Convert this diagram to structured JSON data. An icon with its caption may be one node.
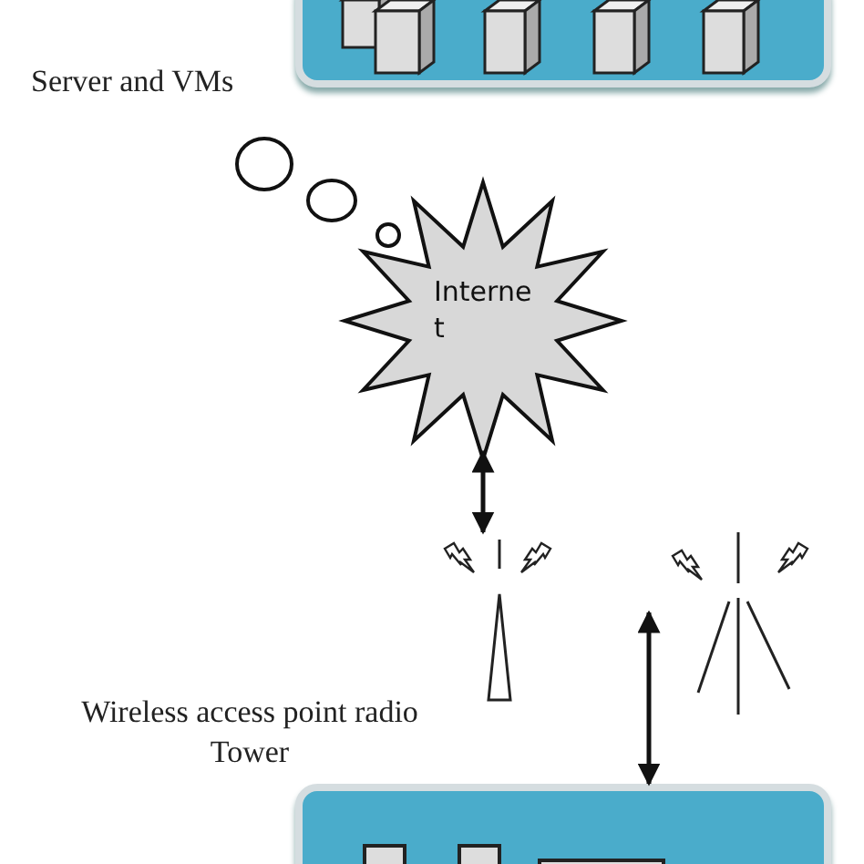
{
  "diagram": {
    "nodes": [
      {
        "text": [],
        "shape": "box",
        "beside": [
          "Server and VMs"
        ]
      },
      {
        "text": [
          "Interne t"
        ]
      },
      {
        "text": [],
        "shape": "picture"
      },
      {
        "text": [],
        "shape": "picture"
      },
      {
        "text": [],
        "shape": "box"
      }
    ],
    "edges": [
      {
        "from": 1,
        "to": 2,
        "arrow": "both"
      },
      {
        "from": 3,
        "to": 4,
        "arrow": "both"
      }
    ],
    "labels": [
      "Wireless access point radio Tower"
    ]
  }
}
